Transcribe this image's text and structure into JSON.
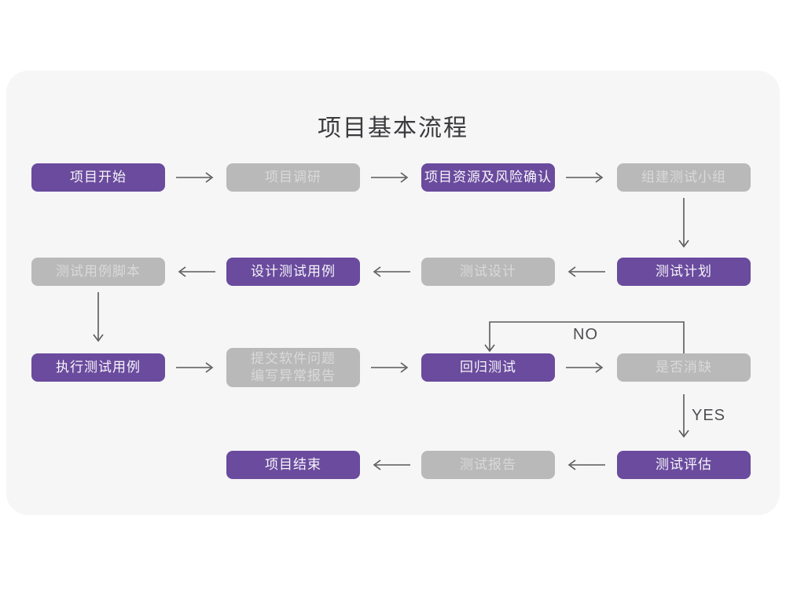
{
  "title": "项目基本流程",
  "colors": {
    "page_background": "#ffffff",
    "card_background": "#f6f6f7",
    "node_purple": "#6a4b9d",
    "node_gray": "#b9b9b9",
    "text_on_purple": "#f7f5fb",
    "text_on_gray": "#d9d9d9",
    "arrow": "#595a5c",
    "title_text": "#3b3b3e"
  },
  "flow": {
    "edge_labels": {
      "no": "NO",
      "yes": "YES"
    },
    "nodes": [
      {
        "id": "project-start",
        "label": "项目开始",
        "variant": "purple"
      },
      {
        "id": "project-research",
        "label": "项目调研",
        "variant": "gray"
      },
      {
        "id": "resource-risk-confirm",
        "label": "项目资源及风险确认",
        "variant": "purple"
      },
      {
        "id": "build-test-team",
        "label": "组建测试小组",
        "variant": "gray"
      },
      {
        "id": "test-plan",
        "label": "测试计划",
        "variant": "purple"
      },
      {
        "id": "test-design",
        "label": "测试设计",
        "variant": "gray"
      },
      {
        "id": "design-test-case",
        "label": "设计测试用例",
        "variant": "purple"
      },
      {
        "id": "test-case-script",
        "label": "测试用例脚本",
        "variant": "gray"
      },
      {
        "id": "execute-test-case",
        "label": "执行测试用例",
        "variant": "purple"
      },
      {
        "id": "submit-issue-report",
        "label_lines": [
          "提交软件问题",
          "编写异常报告"
        ],
        "variant": "gray"
      },
      {
        "id": "regression-test",
        "label": "回归测试",
        "variant": "purple"
      },
      {
        "id": "defect-resolved",
        "label": "是否消缺",
        "variant": "gray"
      },
      {
        "id": "test-evaluate",
        "label": "测试评估",
        "variant": "purple"
      },
      {
        "id": "test-report",
        "label": "测试报告",
        "variant": "gray"
      },
      {
        "id": "project-end",
        "label": "项目结束",
        "variant": "purple"
      }
    ],
    "edges": [
      {
        "from": "project-start",
        "to": "project-research",
        "label": ""
      },
      {
        "from": "project-research",
        "to": "resource-risk-confirm",
        "label": ""
      },
      {
        "from": "resource-risk-confirm",
        "to": "build-test-team",
        "label": ""
      },
      {
        "from": "build-test-team",
        "to": "test-plan",
        "label": ""
      },
      {
        "from": "test-plan",
        "to": "test-design",
        "label": ""
      },
      {
        "from": "test-design",
        "to": "design-test-case",
        "label": ""
      },
      {
        "from": "design-test-case",
        "to": "test-case-script",
        "label": ""
      },
      {
        "from": "test-case-script",
        "to": "execute-test-case",
        "label": ""
      },
      {
        "from": "execute-test-case",
        "to": "submit-issue-report",
        "label": ""
      },
      {
        "from": "submit-issue-report",
        "to": "regression-test",
        "label": ""
      },
      {
        "from": "regression-test",
        "to": "defect-resolved",
        "label": ""
      },
      {
        "from": "defect-resolved",
        "to": "regression-test",
        "label": "NO"
      },
      {
        "from": "defect-resolved",
        "to": "test-evaluate",
        "label": "YES"
      },
      {
        "from": "test-evaluate",
        "to": "test-report",
        "label": ""
      },
      {
        "from": "test-report",
        "to": "project-end",
        "label": ""
      }
    ]
  }
}
